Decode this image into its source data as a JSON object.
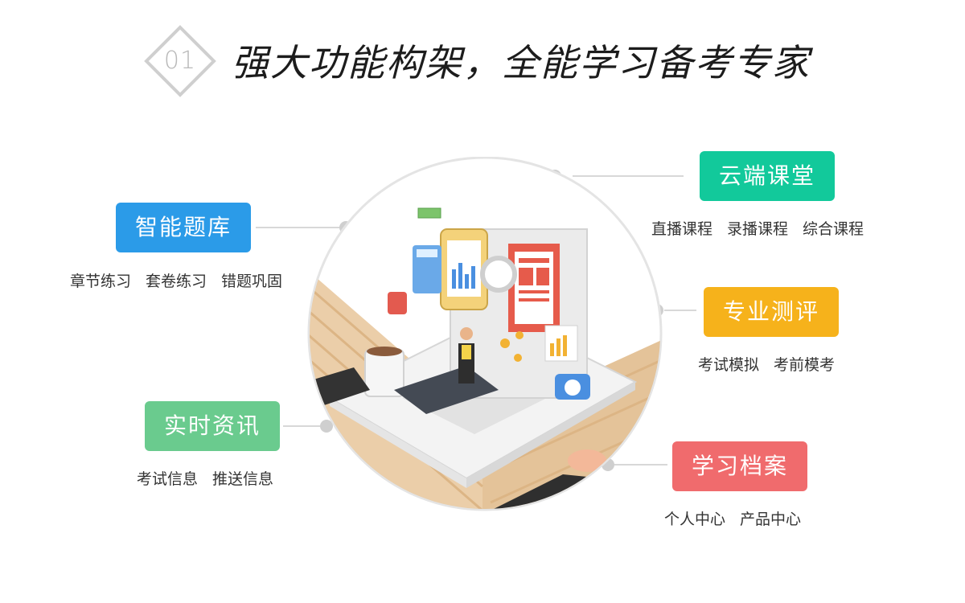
{
  "header": {
    "badge_number": "01",
    "title": "强大功能构架，全能学习备考专家"
  },
  "features": [
    {
      "label": "智能题库",
      "color": "#2b9be8",
      "items": [
        "章节练习",
        "套卷练习",
        "错题巩固"
      ]
    },
    {
      "label": "实时资讯",
      "color": "#6acb8e",
      "items": [
        "考试信息",
        "推送信息"
      ]
    },
    {
      "label": "云端课堂",
      "color": "#12c99b",
      "items": [
        "直播课程",
        "录播课程",
        "综合课程"
      ]
    },
    {
      "label": "专业测评",
      "color": "#f6b21b",
      "items": [
        "考试模拟",
        "考前模考"
      ]
    },
    {
      "label": "学习档案",
      "color": "#f06b6d",
      "items": [
        "个人中心",
        "产品中心"
      ]
    }
  ]
}
